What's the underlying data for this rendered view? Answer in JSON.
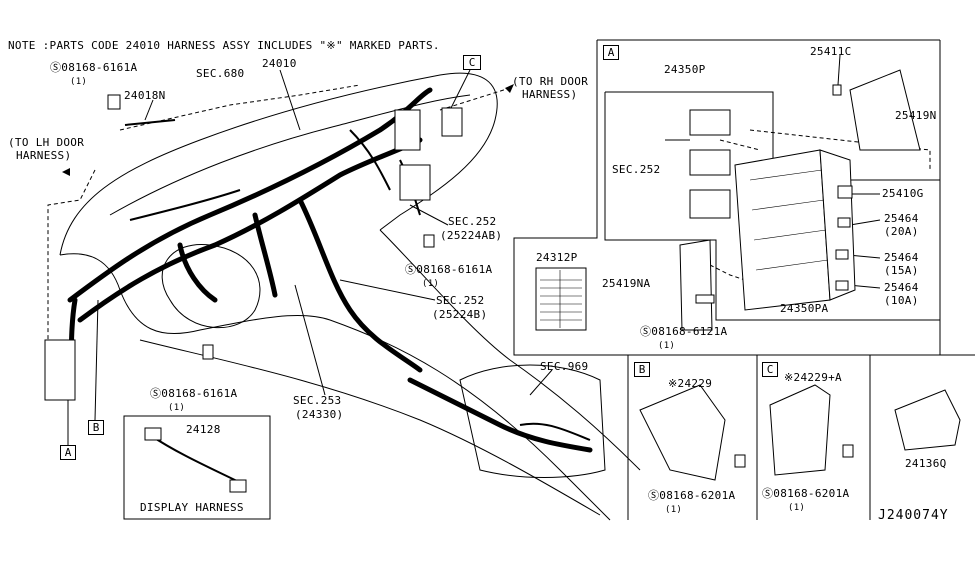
{
  "note": "NOTE :PARTS CODE 24010 HARNESS ASSY INCLUDES \"※\" MARKED PARTS.",
  "diagram_id": "J240074Y",
  "callouts": {
    "a": "A",
    "b": "B",
    "c": "C"
  },
  "labels": {
    "bolt_top_left": "Ⓢ08168-6161A",
    "bolt_top_left_qty": "(1)",
    "p24018n": "24018N",
    "sec680": "SEC.680",
    "p24010": "24010",
    "to_rh_door_1": "(TO RH DOOR",
    "to_rh_door_2": "HARNESS)",
    "to_lh_door_1": "(TO LH DOOR",
    "to_lh_door_2": "HARNESS)",
    "sec252_a": "SEC.252",
    "sec252_a_sub": "(25224AB)",
    "bolt_mid": "Ⓢ08168-6161A",
    "bolt_mid_qty": "(1)",
    "sec252_b": "SEC.252",
    "sec252_b_sub": "(25224B)",
    "sec253": "SEC.253",
    "sec253_sub": "(24330)",
    "bolt_bottom": "Ⓢ08168-6161A",
    "bolt_bottom_qty": "(1)",
    "sec969": "SEC.969",
    "p24128": "24128",
    "display_harness": "DISPLAY HARNESS",
    "p24350p": "24350P",
    "p25411c": "25411C",
    "p25419n": "25419N",
    "sec252_c": "SEC.252",
    "p25410g": "25410G",
    "p25464_a": "25464",
    "p25464_a_amp": "(20A)",
    "p25464_b": "25464",
    "p25464_b_amp": "(15A)",
    "p25464_c": "25464",
    "p25464_c_amp": "(10A)",
    "p24312p": "24312P",
    "p25419na": "25419NA",
    "p24350pa": "24350PA",
    "bolt_fuse": "Ⓢ08168-6121A",
    "bolt_fuse_qty": "(1)",
    "p24229": "※24229",
    "bolt_b": "Ⓢ08168-6201A",
    "bolt_b_qty": "(1)",
    "p24229a": "※24229+A",
    "bolt_c": "Ⓢ08168-6201A",
    "bolt_c_qty": "(1)",
    "p24136q": "24136Q"
  }
}
